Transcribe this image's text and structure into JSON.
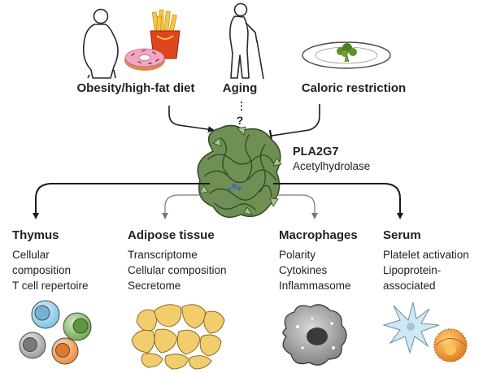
{
  "factors": [
    {
      "label": "Obesity/high-fat diet",
      "icon": "obese-person-icon"
    },
    {
      "label": "Aging",
      "icon": "elderly-person-with-cane-icon",
      "note": "?"
    },
    {
      "label": "Caloric restriction",
      "icon": "plate-with-broccoli-icon"
    }
  ],
  "protein": {
    "name": "PLA2G7",
    "subtitle": "Acetylhydrolase",
    "icon": "protein-ribbon-structure-icon",
    "color": "#5e7f48"
  },
  "targets": [
    {
      "title": "Thymus",
      "items": [
        "Cellular",
        "composition",
        "T cell repertoire"
      ],
      "icon": "immune-cells-cluster-icon"
    },
    {
      "title": "Adipose tissue",
      "items": [
        "Transcriptome",
        "Cellular composition",
        "Secretome"
      ],
      "icon": "adipocytes-icon"
    },
    {
      "title": "Macrophages",
      "items": [
        "Polarity",
        "Cytokines",
        "Inflammasome"
      ],
      "icon": "macrophage-icon"
    },
    {
      "title": "Serum",
      "items": [
        "Platelet activation",
        "Lipoprotein-",
        "associated"
      ],
      "icon": "platelet-and-lipoprotein-icon"
    }
  ],
  "colors": {
    "arrow": "#1a1a1a",
    "protein": "#5e7f48",
    "fries_box": "#e0451f",
    "fries": "#f6c543",
    "donut": "#f4b07a",
    "icing": "#f2a6c2",
    "broccoli": "#5f8f2a",
    "adipocyte": "#f2cd6e",
    "macrophage": "#8f8f8f",
    "platelet": "#cfe8f2",
    "lipoprotein": "#f0a63a"
  }
}
